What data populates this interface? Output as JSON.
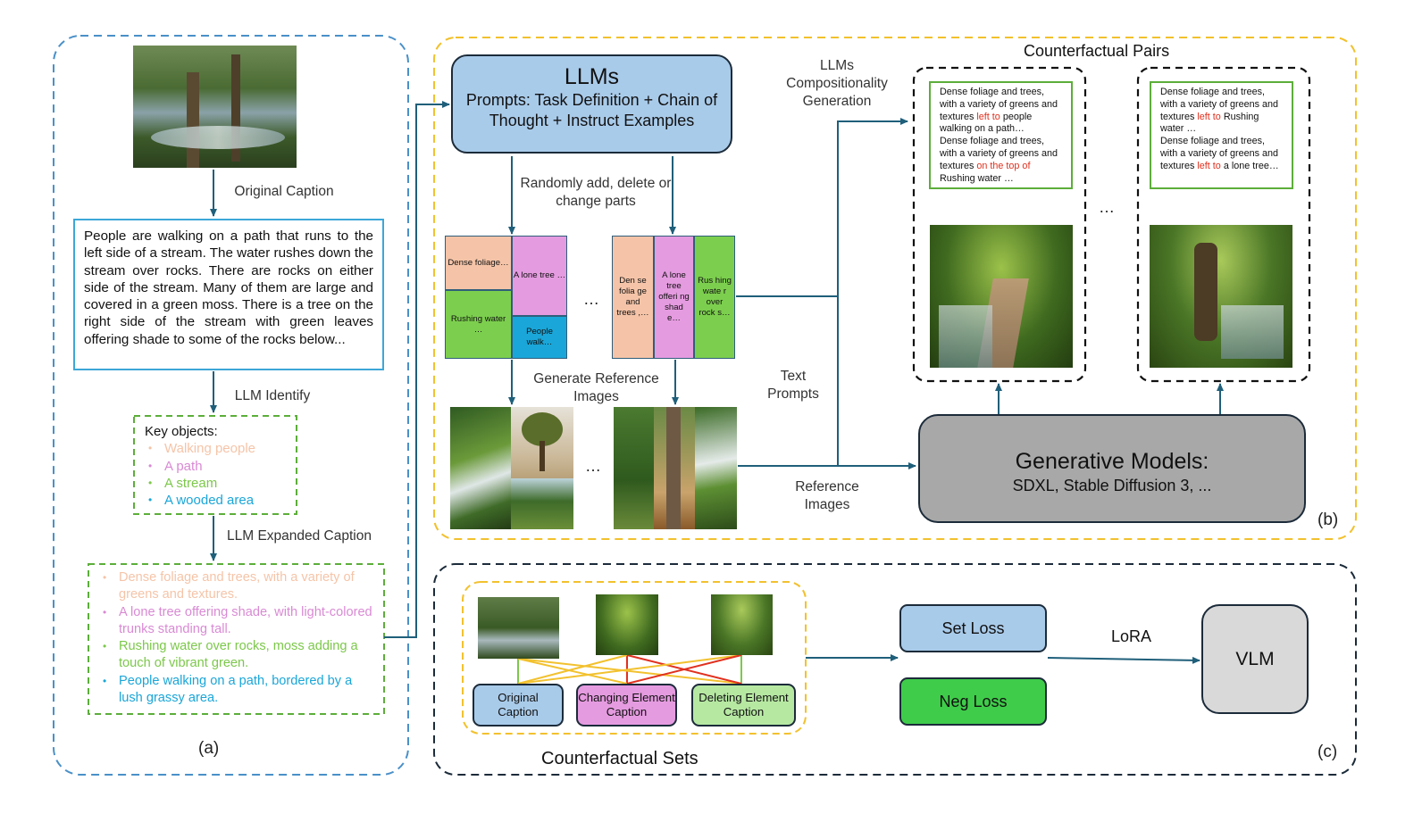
{
  "colors": {
    "blue_dash": "#4a90c8",
    "yellow_dash": "#f2c12e",
    "navy_dash": "#1c2b3a",
    "arrow": "#1f5f7a",
    "llm_box": "#a9cbea",
    "gen_box": "#a8a8a8",
    "green_dash": "#5cae3a",
    "peach": "#f5c4a8",
    "pink": "#e59be0",
    "green": "#7ccf4e",
    "cyan": "#1aa6d8",
    "red_text": "#e0301e"
  },
  "panel_a": {
    "label": "(a)",
    "original_caption_label": "Original Caption",
    "original_caption_text": "People are walking on a path that runs to the left side of a stream. The water rushes down the stream over rocks. There are rocks on either side of the stream. Many of them are large and covered in a green moss. There is a tree on the right side of the stream with green leaves offering shade to some of the rocks below...",
    "llm_identify_label": "LLM Identify",
    "key_objects_title": "Key objects:",
    "key_objects": [
      "Walking people",
      "A path",
      "A stream",
      "A wooded area"
    ],
    "expanded_label": "LLM Expanded Caption",
    "expanded_items": [
      "Dense foliage and trees, with a variety of greens and textures.",
      "A lone tree offering shade, with light-colored trunks standing tall.",
      "Rushing water over rocks, moss adding a touch of vibrant green.",
      "People walking on a path, bordered by a lush grassy area."
    ]
  },
  "panel_b": {
    "label": "(b)",
    "llm_title": "LLMs",
    "llm_subtitle": "Prompts: Task Definition + Chain of Thought + Instruct Examples",
    "randomly_label": "Randomly add, delete or change parts",
    "grid1": {
      "dense": "Dense foliage…",
      "tree": "A lone tree …",
      "rushing": "Rushing water …",
      "people": "People walk…"
    },
    "grid2": {
      "col1": "Den se folia ge and trees ,…",
      "col2": "A lone tree offeri ng shad e…",
      "col3": "Rus hing wate r over rock s…"
    },
    "ellipsis": "…",
    "generate_ref_label": "Generate Reference Images",
    "llm_comp_label": "LLMs Compositionality Generation",
    "text_prompts_label": "Text Prompts",
    "reference_images_label": "Reference Images",
    "counterfactual_pairs_title": "Counterfactual Pairs",
    "pair1": {
      "a1": "Dense foliage and trees, with a variety of greens and textures ",
      "a_red": "left to",
      "a2": " people walking on a path…",
      "b1": "Dense foliage and trees, with a variety of greens and textures ",
      "b_red": "on the top of",
      "b2": " Rushing water …"
    },
    "pair2": {
      "a1": "Dense foliage and trees, with a variety of greens and textures ",
      "a_red": "left to",
      "a2": " Rushing water …",
      "b1": "Dense foliage and trees, with a variety of greens and textures ",
      "b_red": "left to",
      "b2": " a lone tree…"
    },
    "gen_title": "Generative Models:",
    "gen_subtitle": "SDXL, Stable Diffusion 3, ..."
  },
  "panel_c": {
    "label": "(c)",
    "sets_title": "Counterfactual Sets",
    "original_caption": "Original Caption",
    "changing_caption": "Changing Element Caption",
    "deleting_caption": "Deleting Element Caption",
    "set_loss": "Set Loss",
    "neg_loss": "Neg Loss",
    "lora": "LoRA",
    "vlm": "VLM"
  }
}
